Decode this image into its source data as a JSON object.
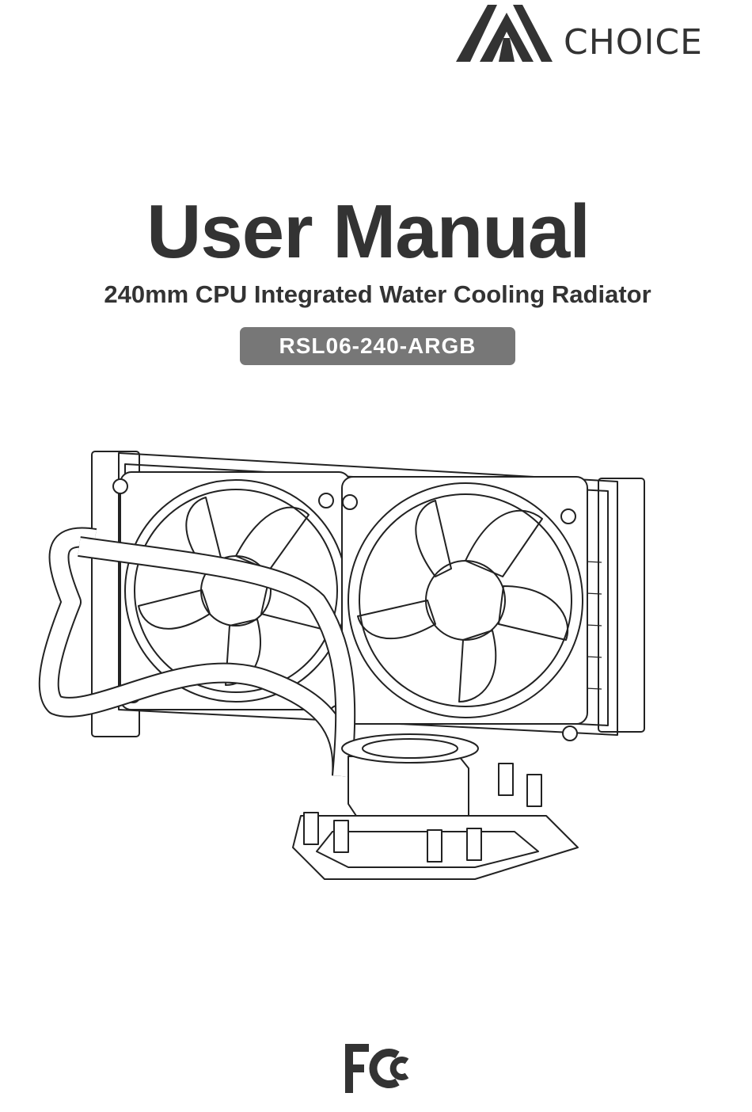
{
  "brand": {
    "logo_text": "CHOICE"
  },
  "document": {
    "title": "User Manual",
    "subtitle": "240mm CPU Integrated Water Cooling Radiator",
    "model": "RSL06-240-ARGB"
  },
  "colors": {
    "text": "#333333",
    "badge": "#777777",
    "badge_text": "#ffffff"
  },
  "icons": [
    "brand-logo-mark",
    "product-illustration",
    "fcc-mark"
  ]
}
